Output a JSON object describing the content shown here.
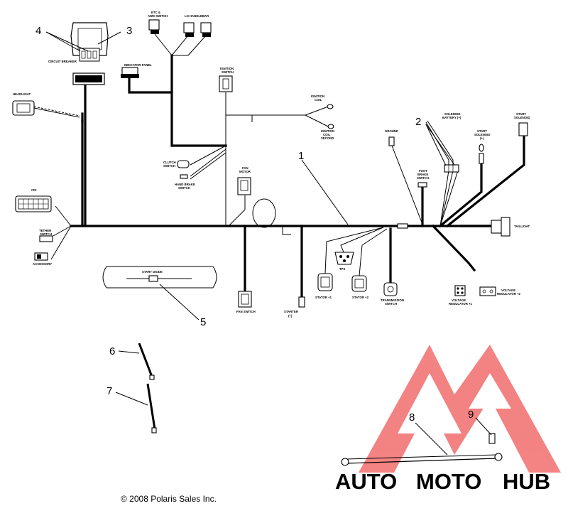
{
  "labels": {
    "etc_and_switch": "ETC &",
    "etc_and_switch2": "AWD SWITCH",
    "lh_handlebar": "LH HANDLEBAR",
    "circuit_breaker": "CIRCUIT BREAKER",
    "indicator_panel": "INDICATOR PANEL",
    "ignition_switch": "IGNITION",
    "ignition_switch2": "SWITCH",
    "headlight": "HEADLIGHT",
    "ignition_coil": "IGNITION",
    "ignition_coil2": "COIL",
    "ignition_coil_second": "IGNITION",
    "ignition_coil_second2": "COIL",
    "ignition_coil_second3": "SECOND",
    "clutch_switch": "CLUTCH",
    "clutch_switch2": "SWITCH",
    "hand_brake_switch": "HAND BRAKE",
    "hand_brake_switch2": "SWITCH",
    "fan_motor": "FAN",
    "fan_motor2": "MOTOR",
    "ground": "GROUND",
    "solenoid_battery": "SOLENOID",
    "solenoid_battery2": "BATTERY (+)",
    "start_solenoid_top": "START",
    "start_solenoid_top2": "SOLENOID",
    "start_solenoid_mid": "START",
    "start_solenoid_mid2": "SOLENOID",
    "start_solenoid_mid3": "(+)",
    "foot_brake_switch": "FOOT",
    "foot_brake_switch2": "BRAKE",
    "foot_brake_switch3": "SWITCH",
    "cdi": "CDI",
    "tether_switch": "TETHER",
    "tether_switch2": "SWITCH",
    "accessory": "ACCESSORY",
    "taillight": "TAILLIGHT",
    "tps": "TPS",
    "stator_1": "STATOR +1",
    "stator_2": "STATOR +2",
    "transmission_switch": "TRANSMISSION",
    "transmission_switch2": "SWITCH",
    "voltage_regulator_1": "VOLTAGE",
    "voltage_regulator_1b": "REGULATOR +1",
    "voltage_regulator_2": "VOLTAGE",
    "voltage_regulator_2b": "REGULATOR +2",
    "fan_switch": "FAN SWITCH",
    "starter": "STARTER",
    "starter2": "(+)",
    "start_diode": "START DIODE"
  },
  "callouts": [
    "1",
    "2",
    "3",
    "4",
    "5",
    "6",
    "7",
    "8",
    "9"
  ],
  "copyright": "© 2008 Polaris Sales Inc.",
  "watermark": {
    "part1": "AUTO",
    "part2": "MOTO",
    "part3": "HUB",
    "color1": "#f6a531",
    "color2": "#f0605e",
    "color3": "#7a7a7a",
    "logo_color": "#f26d6d"
  }
}
